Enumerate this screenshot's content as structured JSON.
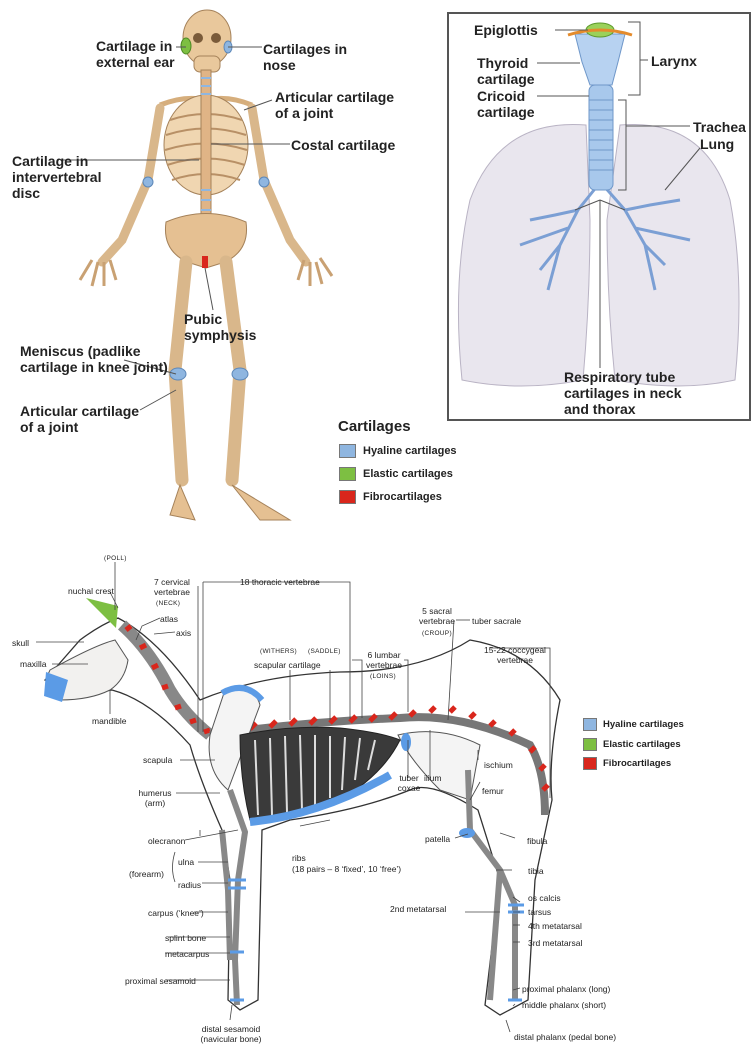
{
  "colors": {
    "hyaline": "#8fb6e0",
    "elastic": "#7dbf42",
    "fibro": "#d9261c",
    "bone": "#e9c89c",
    "lung": "#e9e6ee"
  },
  "human": {
    "labels": {
      "ear": "Cartilage in external ear",
      "nose": "Cartilages in nose",
      "articular_top": "Articular cartilage of a joint",
      "costal": "Costal cartilage",
      "intervertebral": "Cartilage in intervertebral disc",
      "pubic": "Pubic symphysis",
      "meniscus": "Meniscus (padlike cartilage in knee joint)",
      "articular_bottom": "Articular cartilage of a joint"
    },
    "legend": {
      "title": "Cartilages",
      "items": [
        {
          "label": "Hyaline cartilages",
          "color_key": "hyaline"
        },
        {
          "label": "Elastic cartilages",
          "color_key": "elastic"
        },
        {
          "label": "Fibrocartilages",
          "color_key": "fibro"
        }
      ]
    }
  },
  "respiratory": {
    "labels": {
      "epiglottis": "Epiglottis",
      "thyroid": "Thyroid cartilage",
      "cricoid": "Cricoid cartilage",
      "larynx": "Larynx",
      "trachea": "Trachea",
      "lung": "Lung",
      "tube": "Respiratory tube cartilages in neck and thorax"
    }
  },
  "horse": {
    "labels": {
      "poll": "(POLL)",
      "nuchal_crest": "nuchal crest",
      "cervical": "7 cervical vertebrae",
      "neck": "(NECK)",
      "thoracic": "18 thoracic vertebrae",
      "sacral": "5 sacral vertebrae",
      "croup": "(CROUP)",
      "tuber_sacrale": "tuber sacrale",
      "atlas": "atlas",
      "axis": "axis",
      "skull": "skull",
      "maxilla": "maxilla",
      "mandible": "mandible",
      "withers": "(WITHERS)",
      "saddle": "(SADDLE)",
      "scapular_cartilage": "scapular cartilage",
      "lumbar": "6 lumbar vertebrae",
      "loins": "(LOINS)",
      "coccygeal": "15-22 coccygeal vertebrae",
      "scapula": "scapula",
      "tuber_coxae": "tuber coxae",
      "ilium": "ilium",
      "ischium": "ischium",
      "humerus": "humerus (arm)",
      "femur": "femur",
      "patella": "patella",
      "fibula": "fibula",
      "olecranon": "olecranon",
      "ulna": "ulna",
      "forearm": "(forearm)",
      "radius": "radius",
      "ribs": "ribs",
      "ribs_note": "(18 pairs – 8 ‘fixed’, 10 ‘free’)",
      "tibia": "tibia",
      "carpus": "carpus (‘knee’)",
      "os_calcis": "os calcis",
      "tarsus": "tarsus",
      "second_metatarsal": "2nd metatarsal",
      "fourth_metatarsal": "4th metatarsal",
      "third_metatarsal": "3rd metatarsal",
      "splint_bone": "splint bone",
      "metacarpus": "metacarpus",
      "proximal_sesamoid": "proximal sesamoid",
      "proximal_phalanx": "proximal phalanx (long)",
      "middle_phalanx": "middle phalanx (short)",
      "distal_sesamoid": "distal sesamoid (navicular bone)",
      "distal_phalanx": "distal phalanx (pedal bone)"
    },
    "legend": {
      "items": [
        {
          "label": "Hyaline cartilages",
          "color_key": "hyaline"
        },
        {
          "label": "Elastic cartilages",
          "color_key": "elastic"
        },
        {
          "label": "Fibrocartilages",
          "color_key": "fibro"
        }
      ]
    }
  }
}
